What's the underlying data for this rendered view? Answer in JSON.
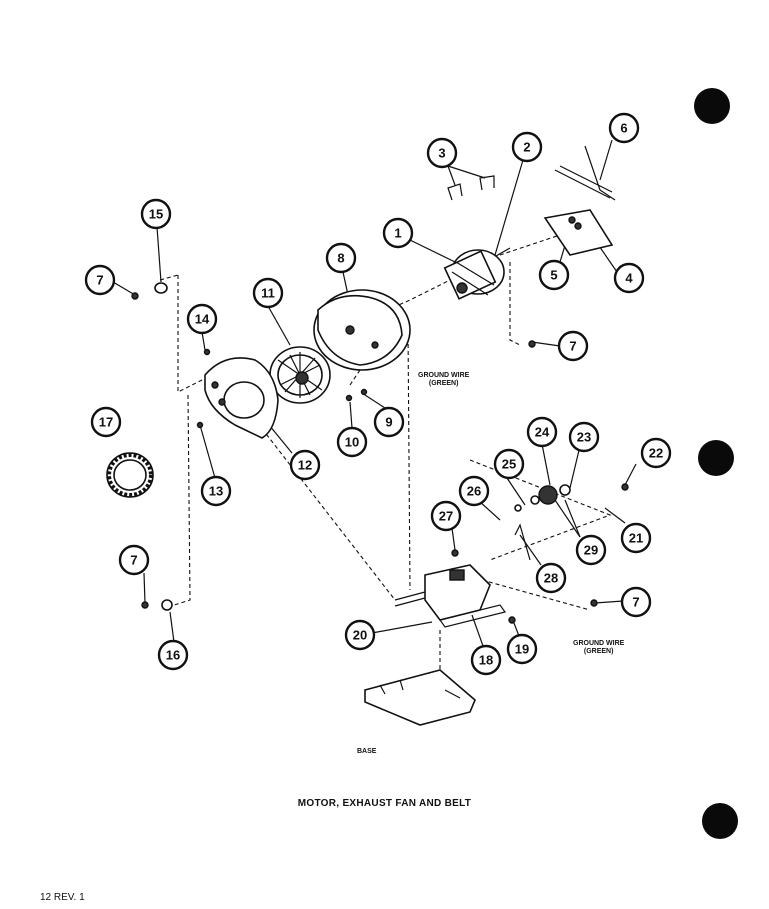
{
  "title": "MOTOR, EXHAUST FAN AND BELT",
  "footer": "12 REV. 1",
  "labels": {
    "ground_wire_top": "GROUND WIRE",
    "ground_wire_top_sub": "(GREEN)",
    "ground_wire_bottom": "GROUND WIRE",
    "ground_wire_bottom_sub": "(GREEN)",
    "base": "BASE"
  },
  "callouts": [
    {
      "id": "c1",
      "number": "1"
    },
    {
      "id": "c2",
      "number": "2"
    },
    {
      "id": "c3",
      "number": "3"
    },
    {
      "id": "c4",
      "number": "4"
    },
    {
      "id": "c5",
      "number": "5"
    },
    {
      "id": "c6",
      "number": "6"
    },
    {
      "id": "c7a",
      "number": "7"
    },
    {
      "id": "c7b",
      "number": "7"
    },
    {
      "id": "c7c",
      "number": "7"
    },
    {
      "id": "c7d",
      "number": "7"
    },
    {
      "id": "c8",
      "number": "8"
    },
    {
      "id": "c9",
      "number": "9"
    },
    {
      "id": "c10",
      "number": "10"
    },
    {
      "id": "c11",
      "number": "11"
    },
    {
      "id": "c12",
      "number": "12"
    },
    {
      "id": "c13",
      "number": "13"
    },
    {
      "id": "c14",
      "number": "14"
    },
    {
      "id": "c15",
      "number": "15"
    },
    {
      "id": "c16",
      "number": "16"
    },
    {
      "id": "c17",
      "number": "17"
    },
    {
      "id": "c18",
      "number": "18"
    },
    {
      "id": "c19",
      "number": "19"
    },
    {
      "id": "c20",
      "number": "20"
    },
    {
      "id": "c21",
      "number": "21"
    },
    {
      "id": "c22",
      "number": "22"
    },
    {
      "id": "c23",
      "number": "23"
    },
    {
      "id": "c24",
      "number": "24"
    },
    {
      "id": "c25",
      "number": "25"
    },
    {
      "id": "c26",
      "number": "26"
    },
    {
      "id": "c27",
      "number": "27"
    },
    {
      "id": "c28",
      "number": "28"
    },
    {
      "id": "c29",
      "number": "29"
    }
  ]
}
